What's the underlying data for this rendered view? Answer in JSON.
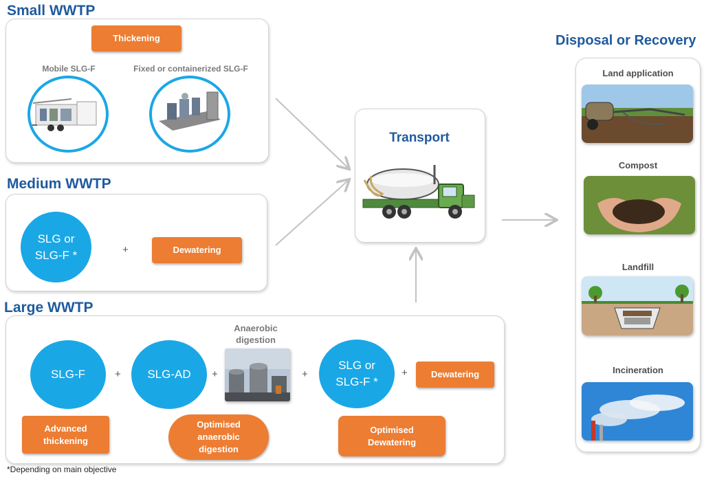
{
  "small": {
    "heading": "Small WWTP",
    "thickening": "Thickening",
    "mobile_label": "Mobile SLG-F",
    "fixed_label": "Fixed or containerized SLG-F"
  },
  "medium": {
    "heading": "Medium WWTP",
    "circle_line1": "SLG or",
    "circle_line2": "SLG-F *",
    "plus": "+",
    "dewatering": "Dewatering"
  },
  "large": {
    "heading": "Large WWTP",
    "slgf": "SLG-F",
    "slgad": "SLG-AD",
    "ad_label_line1": "Anaerobic",
    "ad_label_line2": "digestion",
    "circle_line1": "SLG or",
    "circle_line2": "SLG-F *",
    "plus": "+",
    "dewatering": "Dewatering",
    "advanced_line1": "Advanced",
    "advanced_line2": "thickening",
    "optimised_ad_line1": "Optimised",
    "optimised_ad_line2": "anaerobic",
    "optimised_ad_line3": "digestion",
    "optimised_dew_line1": "Optimised",
    "optimised_dew_line2": "Dewatering"
  },
  "transport": {
    "label": "Transport"
  },
  "disposal": {
    "heading": "Disposal or Recovery",
    "items": [
      "Land application",
      "Compost",
      "Landfill",
      "Incineration"
    ]
  },
  "footnote": "*Depending on main objective",
  "colors": {
    "heading": "#1f5a9e",
    "circle": "#1aa7e6",
    "orange": "#ec7d32"
  }
}
